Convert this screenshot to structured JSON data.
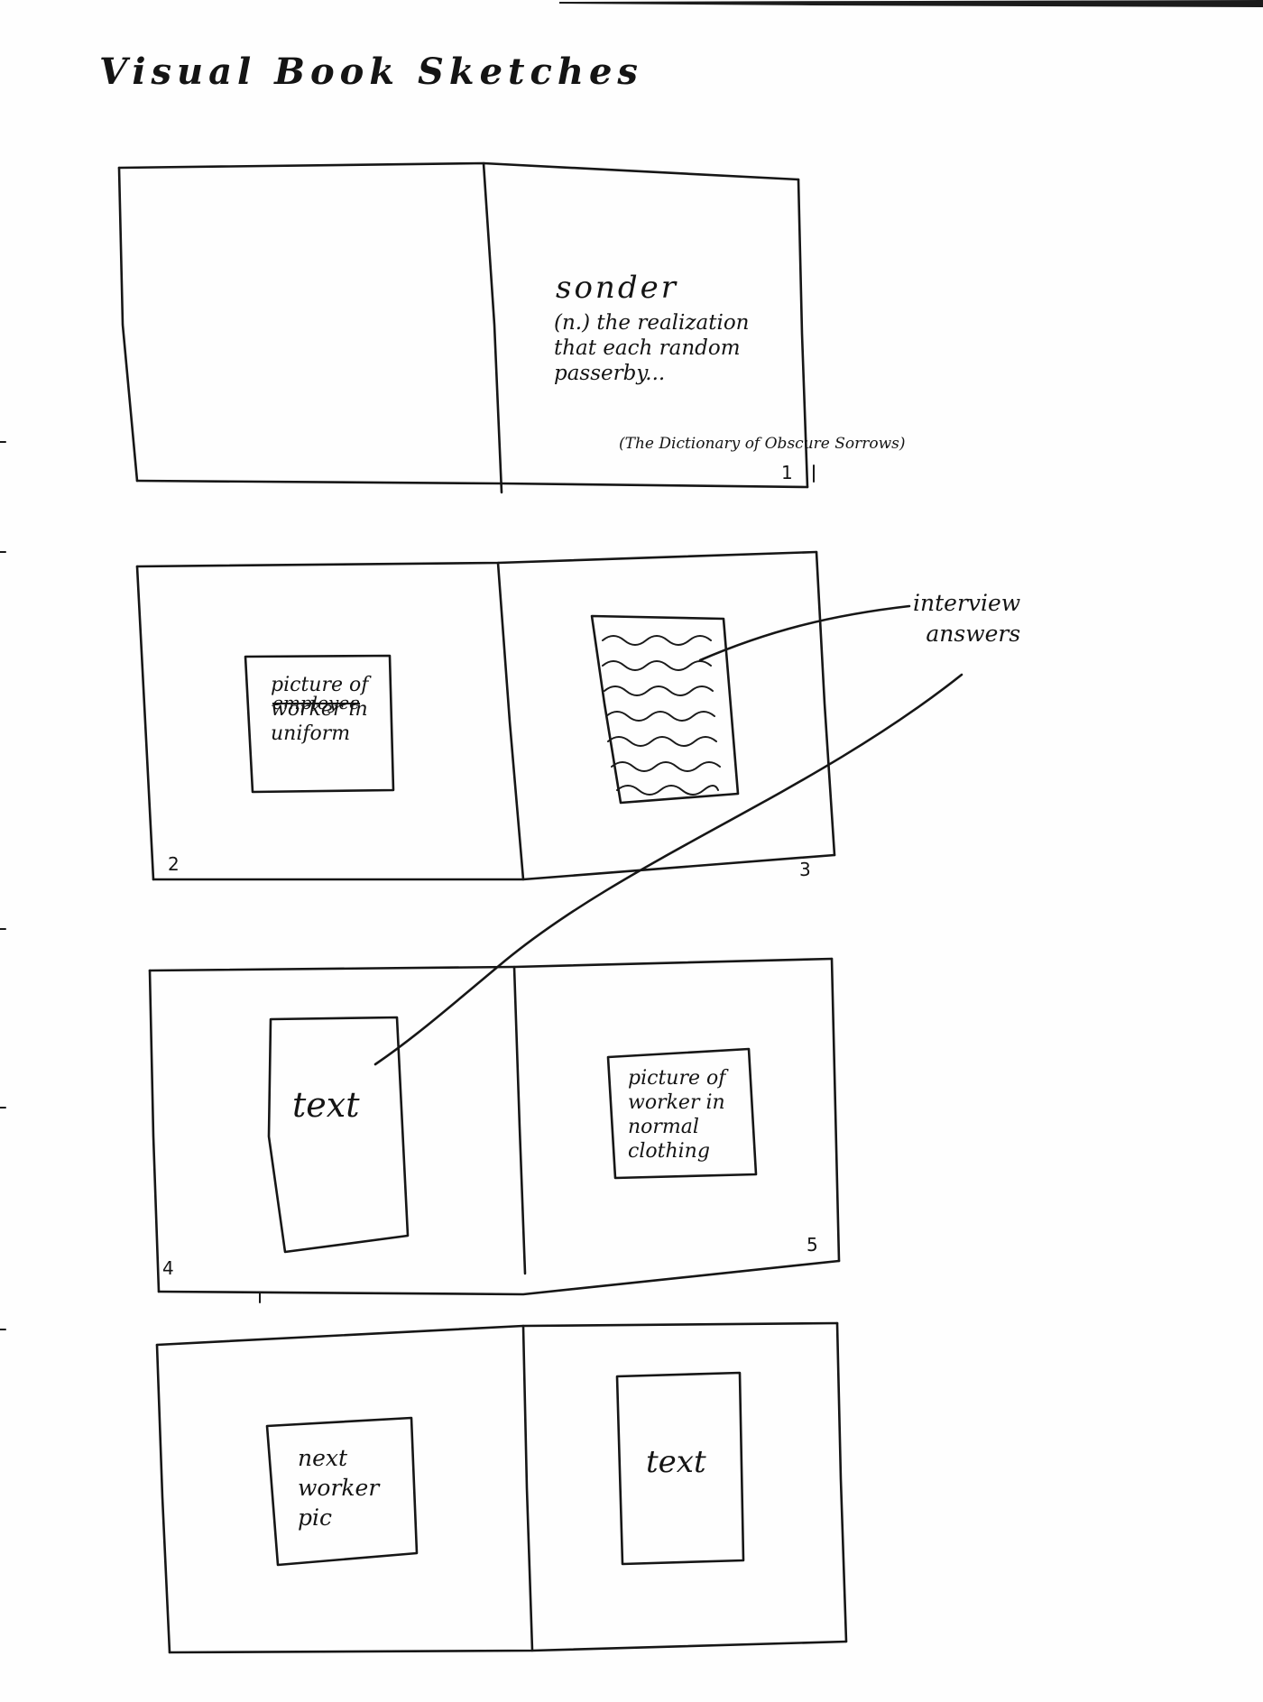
{
  "title": "Visual Book Sketches",
  "spreads": [
    {
      "id": "spread-1",
      "word": "sonder",
      "definition": "(n.) the realization\nthat each random\npasserby...",
      "citation": "(The Dictionary of Obscure Sorrows)",
      "page_number": "1"
    },
    {
      "id": "spread-2",
      "left_box": "picture of\nworker in\nuniform",
      "left_box_scratch": "employee",
      "left_page_number": "2",
      "right_page_number": "3"
    },
    {
      "id": "spread-3",
      "left_box": "text",
      "right_box": "picture of\nworker in\nnormal\nclothing",
      "left_page_number": "4",
      "right_page_number": "5"
    },
    {
      "id": "spread-4",
      "left_box": "next\nworker\npic",
      "right_box": "text"
    }
  ],
  "annotation": "interview\nanswers",
  "ink_color": "#161616"
}
